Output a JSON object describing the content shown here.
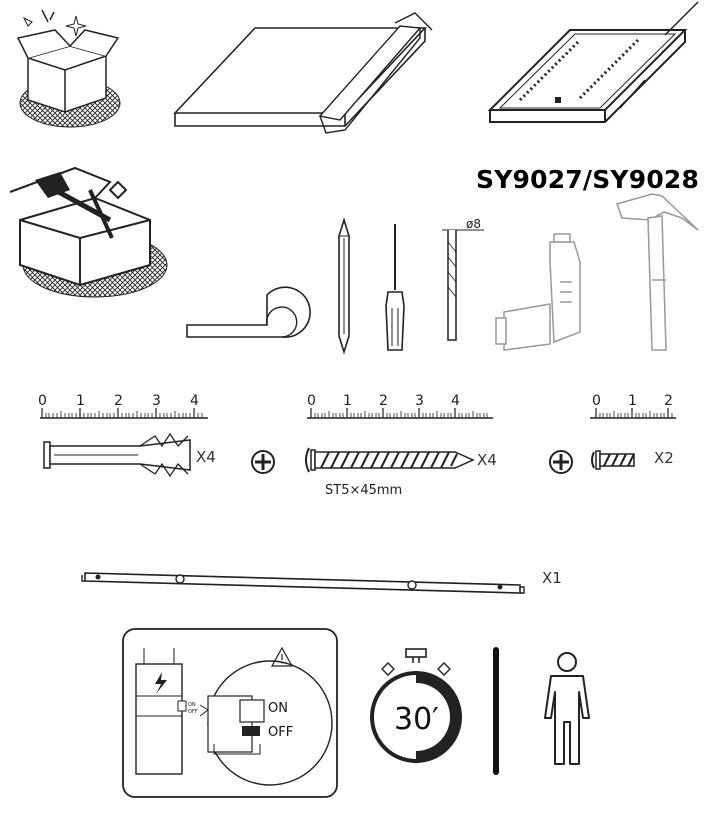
{
  "model_title": "SY9027/SY9028",
  "tools": {
    "drill_bit_label": "ø8"
  },
  "rulers": [
    {
      "ticks": [
        "0",
        "1",
        "2",
        "3",
        "4"
      ]
    },
    {
      "ticks": [
        "0",
        "1",
        "2",
        "3",
        "4"
      ]
    },
    {
      "ticks": [
        "0",
        "1",
        "2"
      ]
    }
  ],
  "parts": {
    "wall_plug_qty": "X4",
    "screw_qty": "X4",
    "screw_spec": "ST5×45mm",
    "small_screw_qty": "X2",
    "bracket_qty": "X1"
  },
  "switch_panel": {
    "on_label": "ON",
    "off_label": "OFF",
    "mini_on_label": "ON",
    "mini_off_label": "OFF"
  },
  "timer": {
    "value": "30′"
  }
}
